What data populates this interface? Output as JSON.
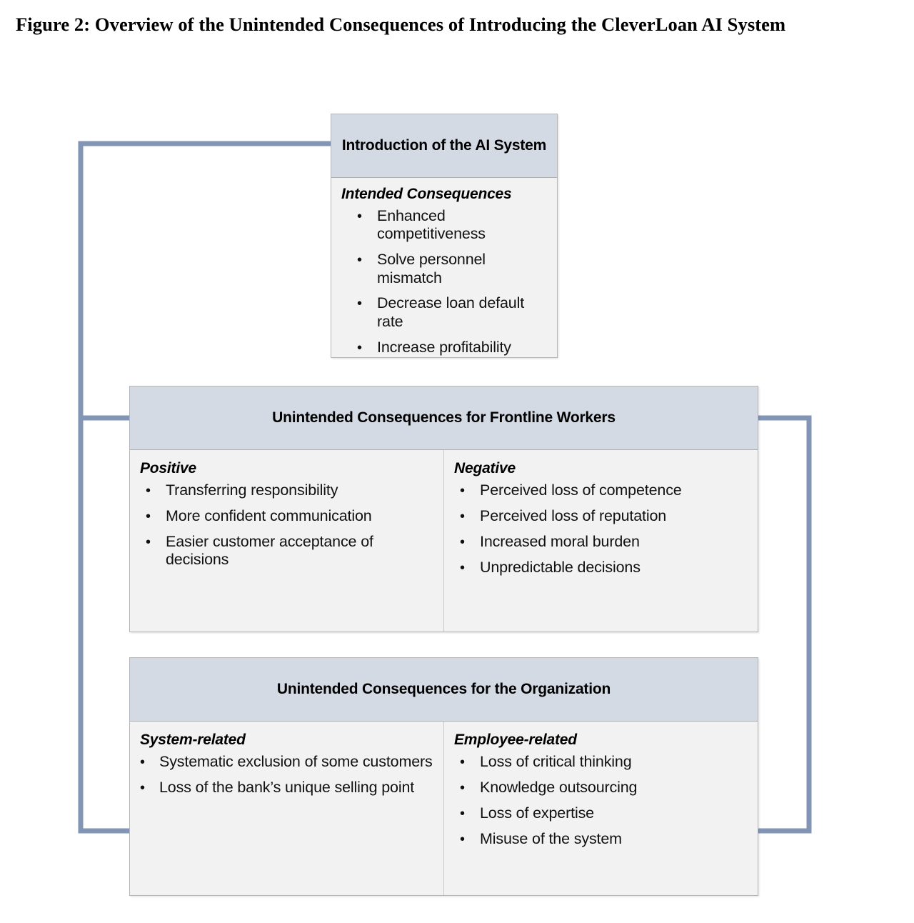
{
  "figure": {
    "caption": "Figure 2: Overview of the Unintended Consequences of Introducing the CleverLoan AI System"
  },
  "colors": {
    "header_fill": "#d4dae4",
    "body_fill": "#f2f2f2",
    "box_border": "#b6b6b6",
    "connector": "#8395b4",
    "text": "#111111"
  },
  "boxes": {
    "intro": {
      "title": "Introduction of the AI System",
      "section_title": "Intended Consequences",
      "items": [
        "Enhanced competitiveness",
        "Solve personnel mismatch",
        "Decrease loan default rate",
        "Increase profitability"
      ]
    },
    "frontline": {
      "title": "Unintended Consequences for Frontline Workers",
      "columns": [
        {
          "title": "Positive",
          "items": [
            "Transferring responsibility",
            "More confident communication",
            "Easier customer acceptance of decisions"
          ]
        },
        {
          "title": "Negative",
          "items": [
            "Perceived loss of competence",
            "Perceived loss of reputation",
            "Increased moral burden",
            "Unpredictable decisions"
          ]
        }
      ]
    },
    "organization": {
      "title": "Unintended Consequences for the Organization",
      "columns": [
        {
          "title": "System-related",
          "items": [
            "Systematic exclusion of some customers",
            "Loss of the bank’s unique selling point"
          ]
        },
        {
          "title": "Employee-related",
          "items": [
            "Loss of critical thinking",
            "Knowledge outsourcing",
            "Loss of expertise",
            "Misuse of the system"
          ]
        }
      ]
    }
  },
  "connectors": [
    {
      "name": "intro-to-frontline",
      "from": "Introduction of the AI System",
      "to": "Unintended Consequences for Frontline Workers"
    },
    {
      "name": "intro-to-organization",
      "from": "Introduction of the AI System",
      "to": "Unintended Consequences for the Organization"
    },
    {
      "name": "frontline-to-organization",
      "from": "Unintended Consequences for Frontline Workers",
      "to": "Unintended Consequences for the Organization"
    }
  ],
  "bullet_glyph": "•"
}
